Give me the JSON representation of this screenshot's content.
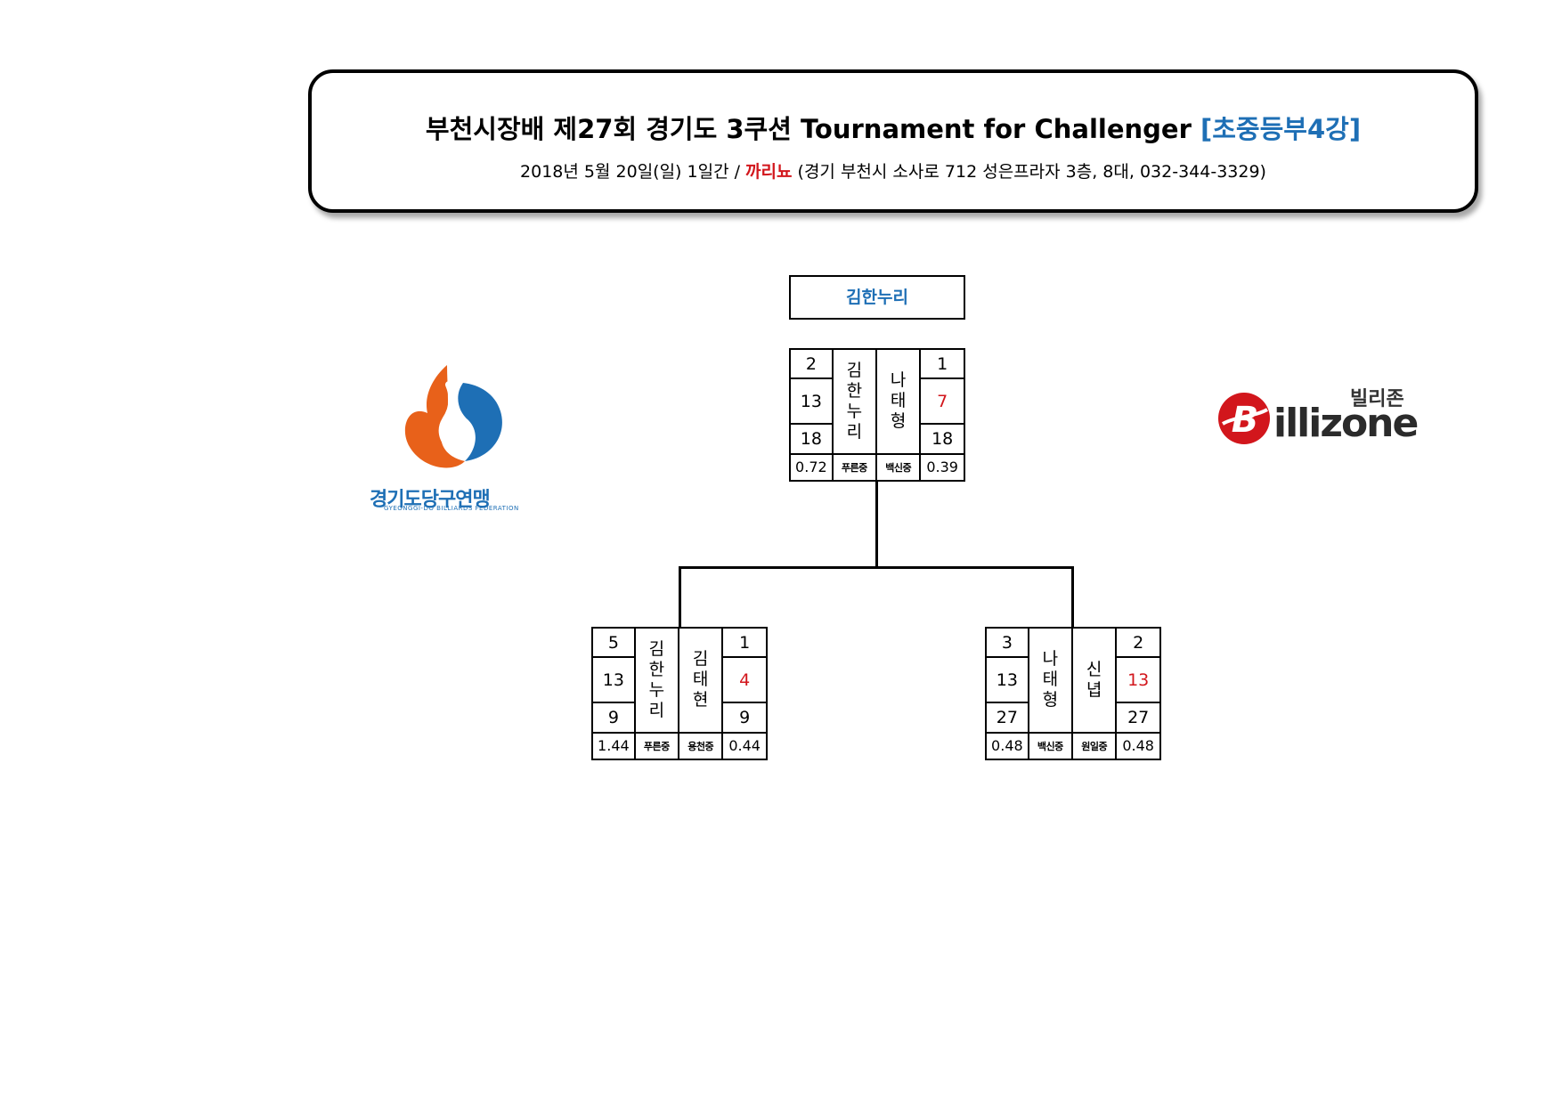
{
  "header": {
    "title_main": "부천시장배 제27회 경기도 3쿠션 Tournament for Challenger",
    "title_division": "[초중등부4강]",
    "subtitle_before": "2018년 5월 20일(일)  1일간 / ",
    "venue": "까리뇨",
    "subtitle_after": " (경기 부천시 소사로 712 성은프라자 3층, 8대, 032-344-3329)"
  },
  "bracket": {
    "winner": "김한누리",
    "final": {
      "left": {
        "top": "2",
        "mid": "13",
        "bottom": "18",
        "avg": "0.72",
        "name": "김한누리",
        "school": "푸른중"
      },
      "right": {
        "top": "1",
        "mid": "7",
        "bottom": "18",
        "avg": "0.39",
        "name": "나태형",
        "school": "백신중"
      }
    },
    "semi1": {
      "left": {
        "top": "5",
        "mid": "13",
        "bottom": "9",
        "avg": "1.44",
        "name": "김한누리",
        "school": "푸른중"
      },
      "right": {
        "top": "1",
        "mid": "4",
        "bottom": "9",
        "avg": "0.44",
        "name": "김태현",
        "school": "용천중"
      }
    },
    "semi2": {
      "left": {
        "top": "3",
        "mid": "13",
        "bottom": "27",
        "avg": "0.48",
        "name": "나태형",
        "school": "백신중"
      },
      "right": {
        "top": "2",
        "mid": "13",
        "bottom": "27",
        "avg": "0.48",
        "name": "신녑",
        "school": "원일중"
      }
    }
  },
  "logos": {
    "federation_name": "경기도당구연맹",
    "federation_sub": "GYEONGGI-DO BILLIARDS FEDERATION",
    "sponsor_korean": "빌리존",
    "sponsor_word": "illizone",
    "sponsor_letter": "B"
  },
  "colors": {
    "accent_blue": "#1e6fb5",
    "accent_red": "#d2161c",
    "logo_orange": "#e8611a"
  }
}
